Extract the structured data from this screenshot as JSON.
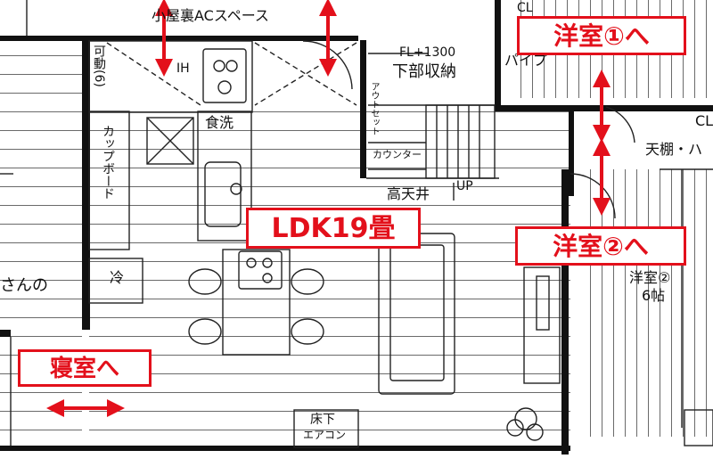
{
  "labels": {
    "attic_ac_space": "小屋裏ACスペース",
    "ih": "IH",
    "movable": "可動(6)",
    "fl_1300": "FL+1300",
    "lower_storage": "下部収納",
    "outlet": "アウトセット",
    "pipe": "パイプ",
    "cl_top": "CL",
    "cl_right": "CL",
    "dishwasher": "食洗",
    "cupboard": "カップボード",
    "counter": "カウンター",
    "ceiling_shelf": "天棚・ハ",
    "high_ceiling": "高天井",
    "up": "UP",
    "fridge": "冷",
    "san_no": "さんの",
    "western_room2": "洋室②",
    "tatami6": "6帖",
    "underfloor": "床下",
    "aircon": "エアコン"
  },
  "callouts": {
    "to_room1": "洋室①へ",
    "to_room2": "洋室②へ",
    "ldk": "LDK19畳",
    "to_bedroom": "寝室へ"
  },
  "colors": {
    "accent_red": "#e3101b",
    "wall": "#111111",
    "line": "#222222"
  }
}
